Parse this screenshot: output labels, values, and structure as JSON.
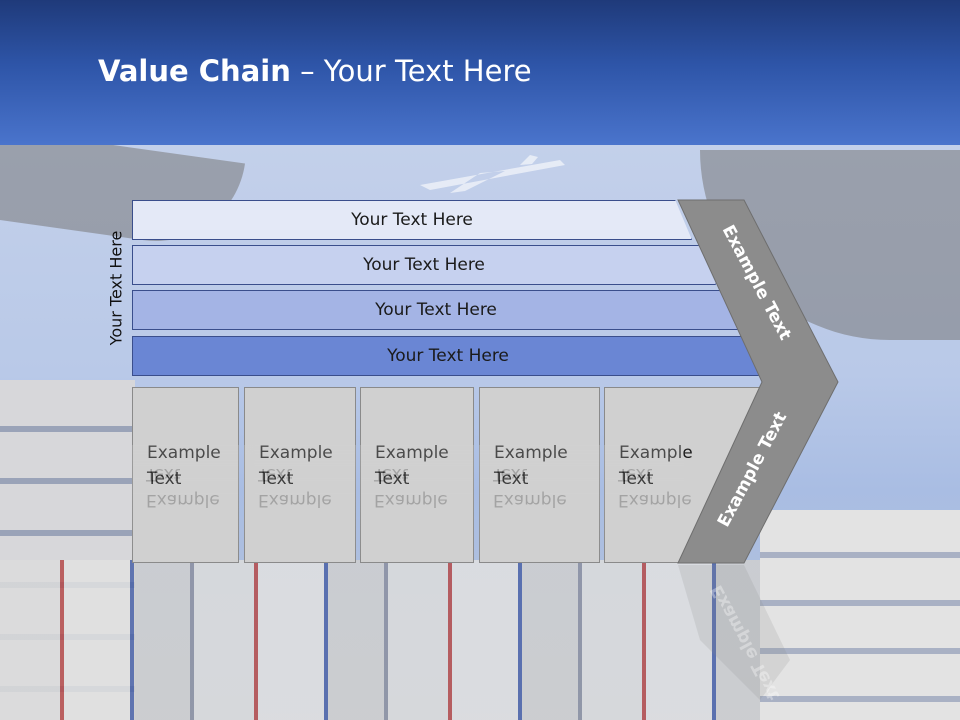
{
  "title": {
    "bold": "Value Chain",
    "rest": " – Your Text Here"
  },
  "side_label": "Your Text Here",
  "bars": [
    {
      "label": "Your Text Here",
      "color": "#e4e9f7"
    },
    {
      "label": "Your Text Here",
      "color": "#c6d1ef"
    },
    {
      "label": "Your Text Here",
      "color": "#a4b4e5"
    },
    {
      "label": "Your Text Here",
      "color": "#6a86d4"
    }
  ],
  "boxes": [
    {
      "label": "Example\nText"
    },
    {
      "label": "Example\nText"
    },
    {
      "label": "Example\nText"
    },
    {
      "label": "Example\nText"
    },
    {
      "label": "Example\nText"
    }
  ],
  "chevron": {
    "upper_label": "Example Text",
    "lower_label": "Example Text",
    "color": "#8c8c8c"
  }
}
